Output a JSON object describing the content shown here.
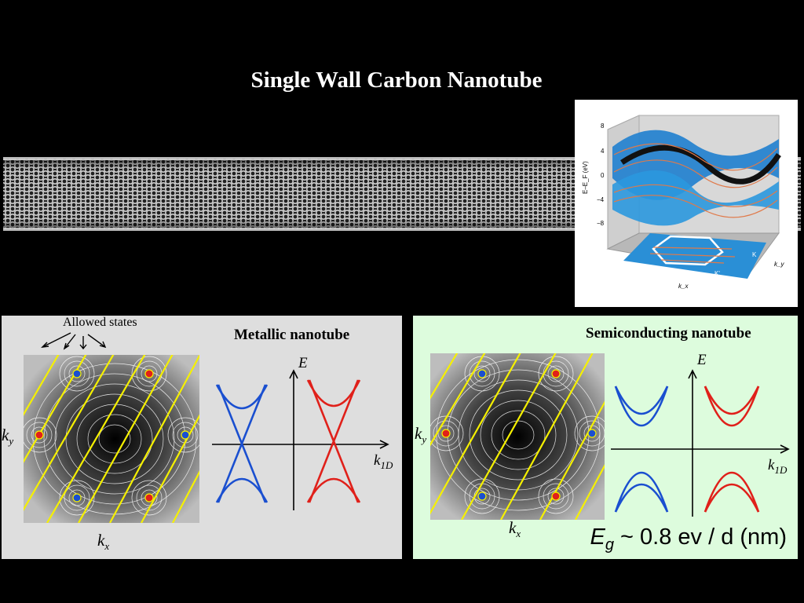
{
  "slide": {
    "title": "Single Wall Carbon Nanotube"
  },
  "band_plot": {
    "y_axis_label": "E–E_F (eV)",
    "y_ticks": [
      "8",
      "4",
      "0",
      "−4",
      "−8"
    ],
    "x_axis_label": "k_x",
    "z_axis_label": "k_y",
    "point_labels": [
      "K",
      "K'"
    ]
  },
  "metallic_panel": {
    "title": "Metallic nanotube",
    "annotation": "Allowed states",
    "kx_label": "k",
    "kx_sub": "x",
    "ky_label": "k",
    "ky_sub": "y",
    "energy_axis_label": "E",
    "k1d_label": "k",
    "k1d_sub": "1D"
  },
  "semiconducting_panel": {
    "title": "Semiconducting nanotube",
    "kx_label": "k",
    "kx_sub": "x",
    "ky_label": "k",
    "ky_sub": "y",
    "energy_axis_label": "E",
    "k1d_label": "k",
    "k1d_sub": "1D",
    "gap_symbol": "E",
    "gap_sub": "g",
    "gap_formula": " ~ 0.8 ev / d (nm)"
  },
  "colors": {
    "blue_band": "#1a4fd0",
    "red_band": "#e0201a",
    "allowed_line": "#f5f000",
    "left_background": "#dedede",
    "right_background": "#ddfcdd"
  }
}
